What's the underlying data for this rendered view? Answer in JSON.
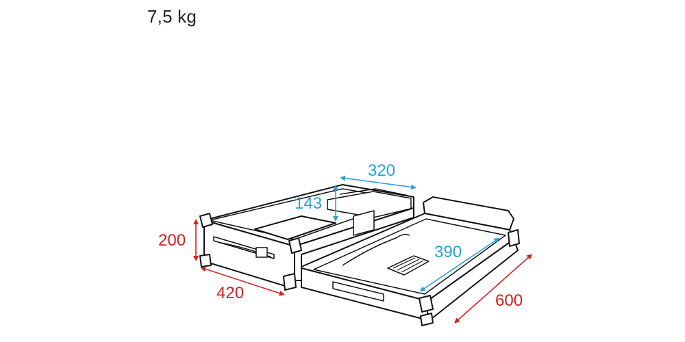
{
  "weight": "7,5 kg",
  "dimensions": {
    "height_outer": "200",
    "width_outer": "420",
    "length_outer": "600",
    "width_inner": "320",
    "height_inner": "143",
    "length_inner": "390"
  },
  "colors": {
    "outer_dimension": "#d42020",
    "inner_dimension": "#2aa0d8",
    "outline": "#111111"
  }
}
